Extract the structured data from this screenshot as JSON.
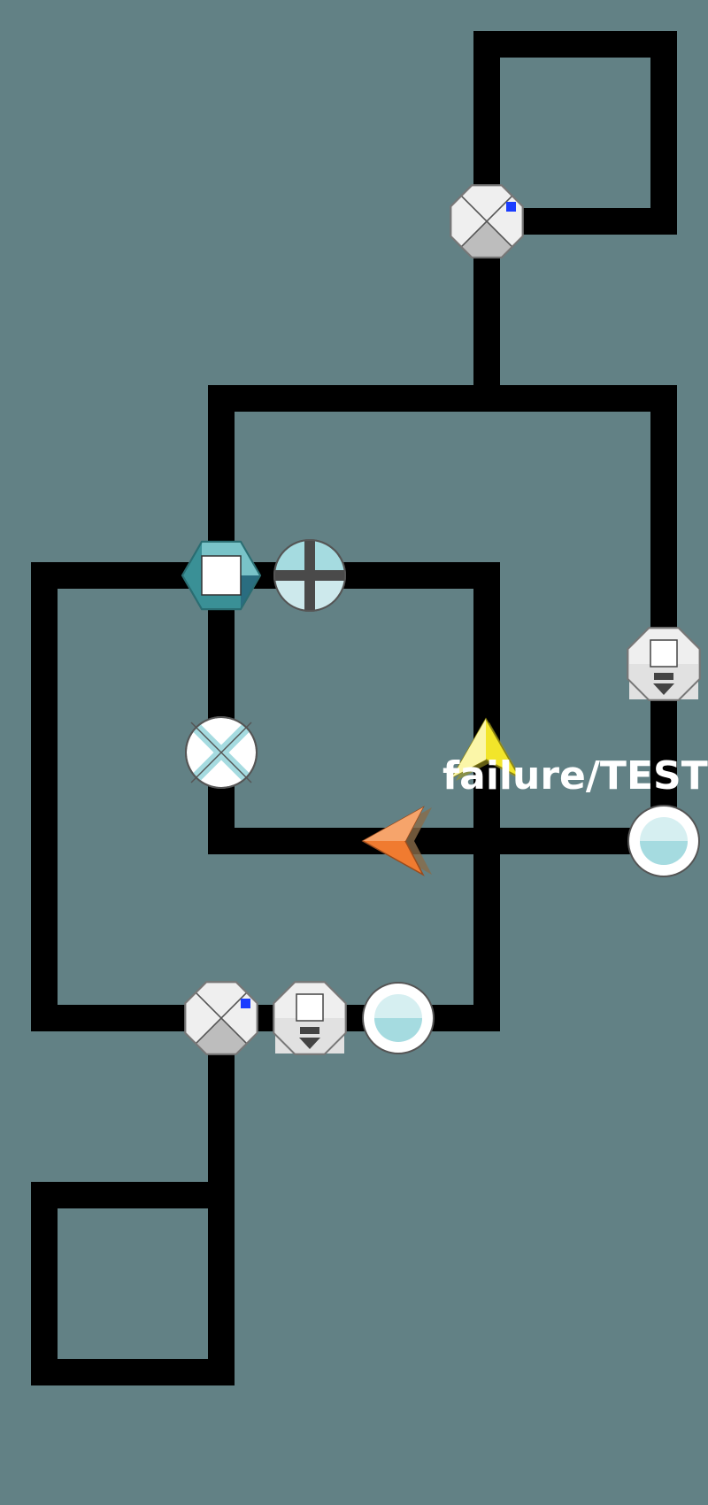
{
  "canvas": {
    "background": "#628185"
  },
  "track": {
    "color": "#000000",
    "segment_count": 24
  },
  "nodes": [
    {
      "id": "node-1",
      "kind": "octagon-split",
      "icon": "split-junction-icon",
      "accent": "#1a3cff"
    },
    {
      "id": "node-2",
      "kind": "hexagon-cube",
      "icon": "teal-cube-icon",
      "accent": "#3a9096"
    },
    {
      "id": "node-3",
      "kind": "circle-plus",
      "icon": "plus-junction-icon",
      "accent": "#a5dbe0"
    },
    {
      "id": "node-4",
      "kind": "octagon-downloader",
      "icon": "download-station-icon",
      "accent": "#444444"
    },
    {
      "id": "node-5",
      "kind": "circle-cross",
      "icon": "cross-junction-icon",
      "accent": "#a5dbe0"
    },
    {
      "id": "node-6",
      "kind": "circle-tank",
      "icon": "tank-icon",
      "accent": "#a5dbe0"
    },
    {
      "id": "node-7",
      "kind": "octagon-split",
      "icon": "split-junction-icon",
      "accent": "#1a3cff"
    },
    {
      "id": "node-8",
      "kind": "octagon-downloader",
      "icon": "download-station-icon",
      "accent": "#444444"
    },
    {
      "id": "node-9",
      "kind": "circle-tank",
      "icon": "tank-icon",
      "accent": "#a5dbe0"
    }
  ],
  "markers": [
    {
      "id": "marker-yellow",
      "icon": "yellow-arrow-marker-icon",
      "color": "#f2e52a",
      "direction": "up"
    },
    {
      "id": "marker-orange",
      "icon": "orange-arrow-marker-icon",
      "color": "#f07b30",
      "direction": "left"
    }
  ],
  "label": {
    "text": "failure/TEST",
    "color": "#ffffff"
  }
}
